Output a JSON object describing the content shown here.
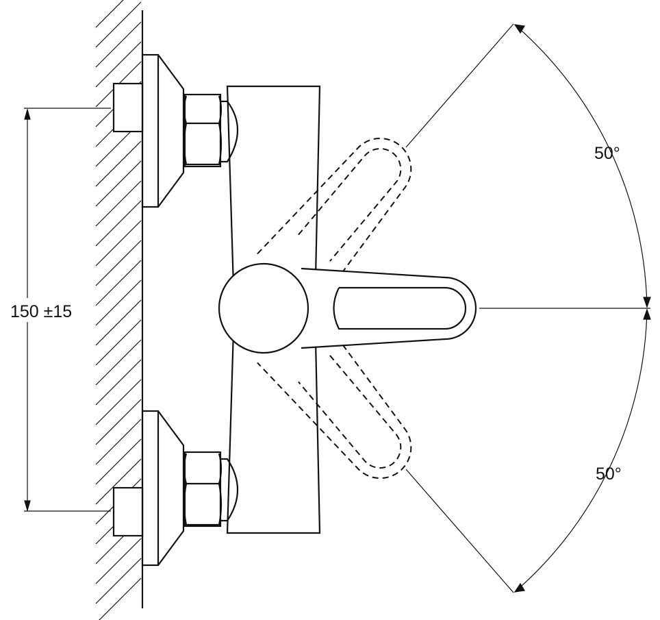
{
  "drawing": {
    "spacing_dimension": "150 ±15",
    "angle_upper": "50°",
    "angle_lower": "50°"
  }
}
